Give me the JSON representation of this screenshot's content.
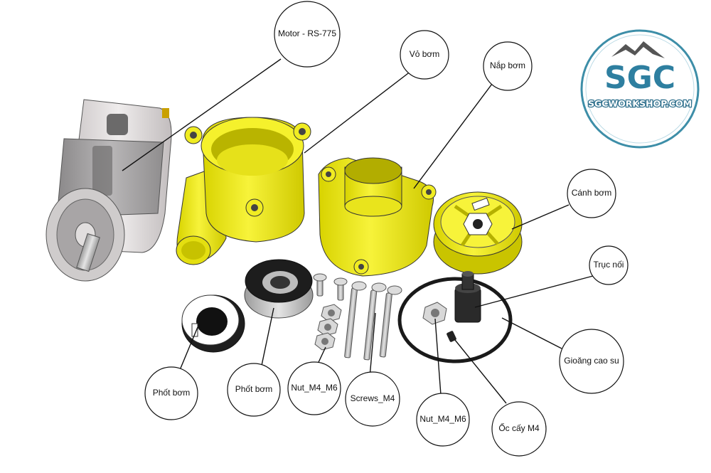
{
  "logo": {
    "title": "SGC",
    "subtitle": "SGCWORKSHOP.COM",
    "colors": {
      "ring": "#3d8ea8",
      "text": "#2e7fa0",
      "mountain": "#555555"
    }
  },
  "colors": {
    "part_yellow": "#f2ee24",
    "part_yellow_dark": "#c9c400",
    "motor_body": "#a9a7a8",
    "motor_cap": "#d9d5d6",
    "seal_dark": "#1f1f1f",
    "metal": "#bdbdbd"
  },
  "labels": {
    "motor": "Motor - RS-775",
    "pump_housing": "Vỏ bơm",
    "pump_cover": "Nắp bơm",
    "impeller": "Cánh bơm",
    "shaft_coupler": "Trục nối",
    "rubber_gasket": "Gioăng cao su",
    "pump_seal_left": "Phốt bơm",
    "pump_seal_mid": "Phốt bơm",
    "nut_left": "Nut_M4_M6",
    "screws": "Screws_M4",
    "nut_right": "Nut_M4_M6",
    "set_screw": "Ốc cấy M4"
  }
}
